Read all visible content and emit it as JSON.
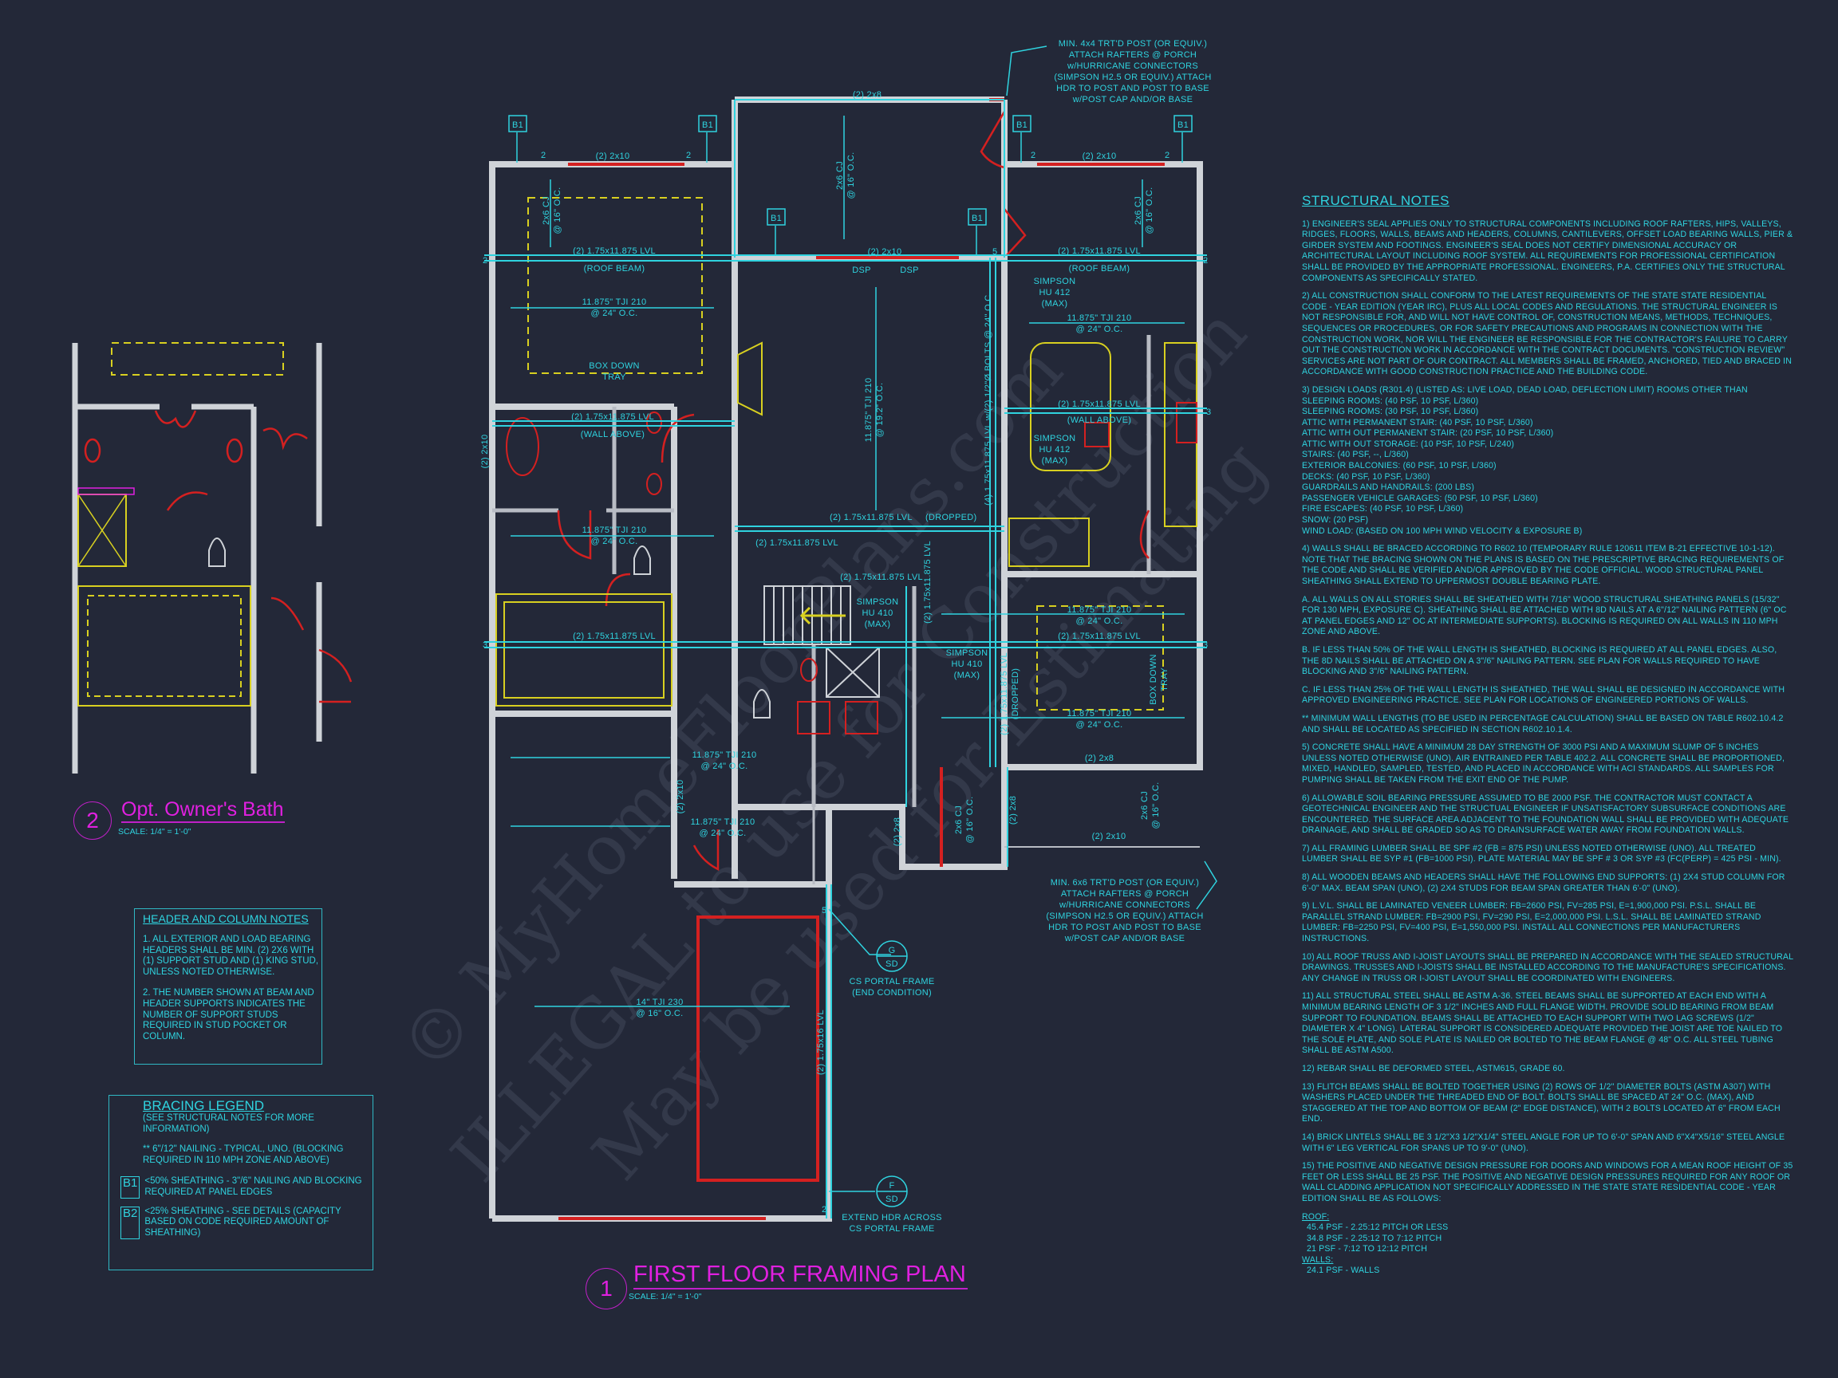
{
  "watermark": {
    "line1": "© MyHomeFloorPlans.com",
    "line2": "ILLEGAL to use for Construction",
    "line3": "May be used for Estimating"
  },
  "colors": {
    "background": "#232838",
    "annotation": "#2fd3df",
    "wall": "#cfd3d8",
    "header": "#d42020",
    "tray": "#d8d020",
    "title": "#e020e0"
  },
  "drawing1": {
    "number": "1",
    "title": "FIRST FLOOR FRAMING PLAN",
    "scale": "SCALE: 1/4\" = 1'-0\""
  },
  "drawing2": {
    "number": "2",
    "title": "Opt. Owner's Bath",
    "scale": "SCALE: 1/4\" = 1'-0\""
  },
  "plan_labels": {
    "b1": "B1",
    "hdr_2x8": "(2) 2x8",
    "hdr_2x10": "(2) 2x10",
    "dsp": "DSP",
    "lvl": "(2) 1.75x11.875 LVL",
    "roof_beam": "(ROOF BEAM)",
    "wall_above": "(WALL ABOVE)",
    "dropped": "(DROPPED)",
    "cj": "2x6 CJ",
    "cj_oc": "@ 16\" O.C.",
    "tji210": "11.875\" TJI 210",
    "oc24": "@ 24\" O.C.",
    "oc192": "@ 19.2\" O.C.",
    "box_down": "BOX DOWN",
    "tray": "TRAY",
    "bolted_lvl": "(4) 1.75x11.875 LVL w/(2) 1/2\"Ø BOLTS @ 24\" O.C.",
    "simpson": "SIMPSON",
    "hu412": "HU 412",
    "hu410": "HU 410",
    "max": "(MAX)",
    "garage_lvl": "(2) 1.75x16 LVL",
    "tji230": "14\" TJI 230",
    "oc16": "@ 16\" O.C.",
    "n2": "2",
    "n3": "3",
    "n5": "5"
  },
  "callouts": {
    "porch_post_4x4": [
      "MIN. 4x4 TRT'D POST (OR EQUIV.)",
      "ATTACH RAFTERS @ PORCH",
      "w/HURRICANE CONNECTORS",
      "(SIMPSON H2.5 OR EQUIV.) ATTACH",
      "HDR TO POST AND POST TO BASE",
      "w/POST CAP AND/OR BASE"
    ],
    "porch_post_6x6": [
      "MIN. 6x6 TRT'D POST (OR EQUIV.)",
      "ATTACH RAFTERS @ PORCH",
      "w/HURRICANE CONNECTORS",
      "(SIMPSON H2.5 OR EQUIV.) ATTACH",
      "HDR TO POST AND POST TO BASE",
      "w/POST CAP AND/OR BASE"
    ],
    "detail_g": {
      "top": "G",
      "bottom": "SD",
      "text": [
        "CS PORTAL FRAME",
        "(END CONDITION)"
      ]
    },
    "detail_f": {
      "top": "F",
      "bottom": "SD",
      "text": [
        "EXTEND HDR ACROSS",
        "CS PORTAL FRAME"
      ]
    }
  },
  "header_notes": {
    "title": "HEADER AND COLUMN NOTES",
    "items": [
      "1. ALL EXTERIOR AND LOAD BEARING HEADERS SHALL BE MIN. (2) 2x6 WITH (1) SUPPORT STUD AND (1) KING STUD, UNLESS NOTED OTHERWISE.",
      "2. THE NUMBER SHOWN AT BEAM AND HEADER SUPPORTS INDICATES THE NUMBER OF SUPPORT STUDS REQUIRED IN STUD POCKET OR COLUMN."
    ]
  },
  "bracing_legend": {
    "title": "BRACING LEGEND",
    "subtitle": "(SEE STRUCTURAL NOTES FOR MORE INFORMATION)",
    "typical": "** 6\"/12\" NAILING - TYPICAL, UNO. (BLOCKING REQUIRED IN 110 MPH ZONE AND ABOVE)",
    "items": [
      {
        "tag": "B1",
        "text": "<50% SHEATHING - 3\"/6\" NAILING AND BLOCKING REQUIRED AT PANEL EDGES"
      },
      {
        "tag": "B2",
        "text": "<25% SHEATHING - SEE DETAILS (CAPACITY BASED ON CODE REQUIRED AMOUNT OF SHEATHING)"
      }
    ]
  },
  "structural_notes": {
    "title": "STRUCTURAL NOTES",
    "paragraphs": [
      "1) ENGINEER'S SEAL APPLIES ONLY TO STRUCTURAL COMPONENTS INCLUDING ROOF RAFTERS, HIPS, VALLEYS, RIDGES, FLOORS, WALLS, BEAMS AND HEADERS, COLUMNS, CANTILEVERS, OFFSET LOAD BEARING WALLS, PIER & GIRDER SYSTEM AND FOOTINGS. ENGINEER'S SEAL DOES NOT CERTIFY DIMENSIONAL ACCURACY OR ARCHITECTURAL LAYOUT INCLUDING ROOF SYSTEM. ALL REQUIREMENTS FOR PROFESSIONAL CERTIFICATION SHALL BE PROVIDED BY THE APPROPRIATE PROFESSIONAL. ENGINEERS, P.A. CERTIFIES ONLY THE STRUCTURAL COMPONENTS AS SPECIFICALLY STATED.",
      "2) ALL CONSTRUCTION SHALL CONFORM TO THE LATEST REQUIREMENTS OF THE STATE STATE RESIDENTIAL CODE - YEAR EDITION (YEAR IRC), PLUS ALL LOCAL CODES AND REGULATIONS. THE STRUCTURAL ENGINEER IS NOT RESPONSIBLE FOR, AND WILL NOT HAVE CONTROL OF, CONSTRUCTION MEANS, METHODS, TECHNIQUES, SEQUENCES OR PROCEDURES, OR FOR SAFETY PRECAUTIONS AND PROGRAMS IN CONNECTION WITH THE CONSTRUCTION WORK, NOR WILL THE ENGINEER BE RESPONSIBLE FOR THE CONTRACTOR'S FAILURE TO CARRY OUT THE CONSTRUCTION WORK IN ACCORDANCE WITH THE CONTRACT DOCUMENTS. \"CONSTRUCTION REVIEW\" SERVICES ARE NOT PART OF OUR CONTRACT. ALL MEMBERS SHALL BE FRAMED, ANCHORED, TIED AND BRACED IN ACCORDANCE WITH GOOD CONSTRUCTION PRACTICE AND THE BUILDING CODE.",
      "3) DESIGN LOADS (R301.4) (LISTED AS: LIVE LOAD, DEAD LOAD, DEFLECTION LIMIT) ROOMS OTHER THAN SLEEPING ROOMS: (40 PSF, 10 PSF, L/360)\nSLEEPING ROOMS: (30 PSF, 10 PSF, L/360)\nATTIC WITH PERMANENT STAIR: (40 PSF, 10 PSF, L/360)\nATTIC WITH OUT PERMANENT STAIR: (20 PSF, 10 PSF, L/360)\nATTIC WITH OUT STORAGE: (10 PSF, 10 PSF, L/240)\nSTAIRS: (40 PSF, --, L/360)\nEXTERIOR BALCONIES: (60 PSF, 10 PSF, L/360)\nDECKS: (40 PSF, 10 PSF, L/360)\nGUARDRAILS AND HANDRAILS: (200 LBS)\nPASSENGER VEHICLE GARAGES: (50 PSF, 10 PSF, L/360)\nFIRE ESCAPES: (40 PSF, 10 PSF, L/360)\nSNOW: (20      PSF)\nWIND LOAD: (BASED ON 100 MPH WIND VELOCITY & EXPOSURE B)",
      "4) WALLS SHALL BE BRACED ACCORDING TO R602.10 (TEMPORARY RULE 120611 ITEM B-21 EFFECTIVE 10-1-12). NOTE THAT THE BRACING SHOWN ON THE PLANS IS BASED ON THE PRESCRIPTIVE BRACING REQUIREMENTS OF THE CODE AND SHALL BE VERIFIED AND/OR APPROVED BY THE CODE OFFICIAL. WOOD STRUCTURAL PANEL SHEATHING SHALL EXTEND TO UPPERMOST DOUBLE BEARING PLATE.",
      "A. ALL WALLS ON ALL STORIES SHALL BE SHEATHED WITH 7/16\" WOOD STRUCTURAL SHEATHING PANELS (15/32\" FOR 130 MPH, EXPOSURE C). SHEATHING SHALL BE ATTACHED WITH 8d NAILS AT A 6\"/12\" NAILING PATTERN (6\" OC AT PANEL EDGES AND 12\" OC AT INTERMEDIATE SUPPORTS). BLOCKING IS REQUIRED ON ALL WALLS IN 110 MPH ZONE AND ABOVE.",
      "B. IF LESS THAN 50% OF THE WALL LENGTH IS SHEATHED, BLOCKING IS REQUIRED AT ALL PANEL EDGES. ALSO, THE 8d NAILS SHALL BE ATTACHED ON A 3\"/6\" NAILING PATTERN. SEE PLAN FOR WALLS REQUIRED TO HAVE BLOCKING AND 3\"/6\" NAILING PATTERN.",
      "C. IF LESS THAN 25% OF THE WALL LENGTH IS SHEATHED, THE WALL SHALL BE DESIGNED IN ACCORDANCE WITH APPROVED ENGINEERING PRACTICE. SEE PLAN FOR LOCATIONS OF ENGINEERED PORTIONS OF WALLS.",
      "** MINIMUM WALL LENGTHS (TO BE USED IN PERCENTAGE CALCULATION) SHALL BE BASED ON TABLE R602.10.4.2 AND SHALL BE LOCATED AS SPECIFIED IN SECTION R602.10.1.4.",
      "5) CONCRETE SHALL HAVE A MINIMUM 28 DAY STRENGTH OF 3000 PSI AND A MAXIMUM SLUMP OF 5 INCHES UNLESS NOTED OTHERWISE (UNO). AIR ENTRAINED PER TABLE 402.2. ALL CONCRETE SHALL BE PROPORTIONED, MIXED, HANDLED, SAMPLED, TESTED, AND PLACED IN ACCORDANCE WITH ACI STANDARDS. ALL SAMPLES FOR PUMPING SHALL BE TAKEN FROM THE EXIT END OF THE PUMP.",
      "6) ALLOWABLE SOIL BEARING PRESSURE ASSUMED TO BE 2000 PSF. THE CONTRACTOR MUST CONTACT A GEOTECHNICAL ENGINEER AND THE STRUCTUAL ENGINEER IF UNSATISFACTORY SUBSURFACE CONDITIONS ARE ENCOUNTERED. THE SURFACE AREA ADJACENT TO THE FOUNDATION WALL SHALL BE PROVIDED WITH ADEQUATE DRAINAGE, AND SHALL BE GRADED SO AS TO DRAINSURFACE WATER AWAY FROM FOUNDATION WALLS.",
      "7) ALL FRAMING LUMBER SHALL BE SPF #2 (Fb = 875 PSI) UNLESS NOTED OTHERWISE (UNO). ALL TREATED LUMBER SHALL BE SYP #1 (Fb=1000 PSI). PLATE MATERIAL MAY BE SPF # 3 OR SYP #3 (Fc(perp) = 425 PSI - MIN).",
      "8) ALL WOODEN BEAMS AND HEADERS SHALL HAVE THE FOLLOWING END SUPPORTS: (1) 2x4 STUD COLUMN FOR 6'-0\" MAX. BEAM SPAN (UNO), (2) 2X4 STUDS FOR BEAM SPAN GREATER THAN 6'-0\" (UNO).",
      "9) L.V.L. SHALL BE LAMINATED VENEER LUMBER: Fb=2600 PSI, Fv=285 PSI, E=1,900,000 PSI. P.S.L. SHALL BE PARALLEL STRAND LUMBER: Fb=2900 PSI, Fv=290 PSI, E=2,000,000 PSI. L.S.L. SHALL BE LAMINATED STRAND LUMBER: Fb=2250 PSI, Fv=400 PSI, E=1,550,000 PSI. INSTALL ALL CONNECTIONS PER MANUFACTURERS INSTRUCTIONS.",
      "10) ALL ROOF TRUSS AND I-JOIST LAYOUTS SHALL BE PREPARED IN ACCORDANCE WITH THE SEALED STRUCTURAL DRAWINGS. TRUSSES AND I-JOISTS SHALL BE INSTALLED ACCORDING TO THE MANUFACTURE'S SPECIFICATIONS. ANY CHANGE IN TRUSS OR I-JOIST LAYOUT SHALL BE COORDINATED WITH ENGINEERS.",
      "11) ALL STRUCTURAL STEEL SHALL BE ASTM A-36. STEEL BEAMS SHALL BE SUPPORTED AT EACH END WITH A MINIMUM BEARING LENGTH OF 3 1/2\" INCHES AND FULL FLANGE WIDTH. PROVIDE SOLID BEARING FROM BEAM SUPPORT TO FOUNDATION. BEAMS SHALL BE ATTACHED TO EACH SUPPORT WITH TWO LAG SCREWS (1/2\" DIAMETER x 4\" LONG). LATERAL SUPPORT IS CONSIDERED ADEQUATE PROVIDED THE JOIST ARE TOE NAILED TO THE SOLE PLATE, AND SOLE PLATE IS NAILED OR BOLTED TO THE BEAM FLANGE @ 48\" O.C. ALL STEEL TUBING SHALL BE ASTM A500.",
      "12) REBAR SHALL BE DEFORMED STEEL, ASTM615, GRADE 60.",
      "13) FLITCH BEAMS SHALL BE BOLTED TOGETHER USING (2) ROWS OF 1/2\" DIAMETER BOLTS (ASTM A307) WITH WASHERS PLACED UNDER THE THREADED END OF BOLT. BOLTS SHALL BE SPACED AT 24\" O.C. (MAX), AND STAGGERED AT THE TOP AND BOTTOM OF BEAM (2\" EDGE DISTANCE), WITH 2 BOLTS LOCATED AT 6\" FROM EACH END.",
      "14) BRICK LINTELS SHALL BE 3 1/2\"x3 1/2\"x1/4\" STEEL ANGLE FOR UP TO 6'-0\" SPAN AND 6\"x4\"x5/16\" STEEL ANGLE WITH 6\" LEG VERTICAL FOR SPANS UP TO 9'-0\" (UNO).",
      "15) THE POSITIVE AND NEGATIVE DESIGN PRESSURE FOR DOORS AND WINDOWS FOR A MEAN ROOF HEIGHT OF 35 FEET OR LESS SHALL BE 25 PSF. THE POSITIVE AND NEGATIVE DESIGN PRESSURES REQUIRED FOR ANY ROOF OR WALL CLADDING APPLICATION NOT SPECIFICALLY ADDRESSED IN THE STATE STATE RESIDENTIAL CODE - YEAR EDITION SHALL BE AS FOLLOWS:"
    ],
    "roof_heading": "ROOF:",
    "roof_items": [
      "45.4 PSF - 2.25:12 PITCH OR LESS",
      "34.8 PSF - 2.25:12 TO 7:12 PITCH",
      "21 PSF - 7:12 TO 12:12 PITCH"
    ],
    "walls_heading": "WALLS:",
    "walls_items": [
      "24.1 PSF - WALLS"
    ]
  }
}
